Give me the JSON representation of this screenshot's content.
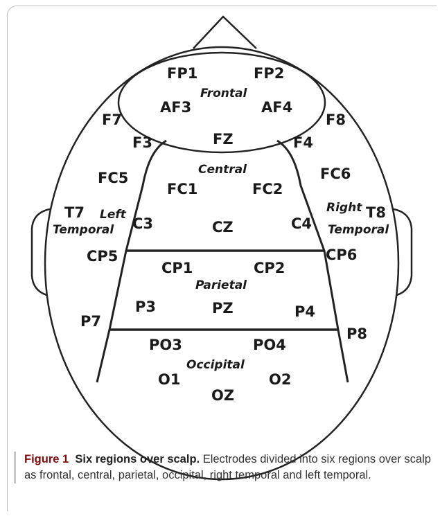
{
  "electrodes": {
    "fp1": "FP1",
    "fp2": "FP2",
    "af3": "AF3",
    "af4": "AF4",
    "f7": "F7",
    "f8": "F8",
    "f3": "F3",
    "fz": "FZ",
    "f4": "F4",
    "fc5": "FC5",
    "fc6": "FC6",
    "fc1": "FC1",
    "fc2": "FC2",
    "t7": "T7",
    "t8": "T8",
    "c3": "C3",
    "cz": "CZ",
    "c4": "C4",
    "cp5": "CP5",
    "cp6": "CP6",
    "cp1": "CP1",
    "cp2": "CP2",
    "p7": "P7",
    "p8": "P8",
    "p3": "P3",
    "pz": "PZ",
    "p4": "P4",
    "po3": "PO3",
    "po4": "PO4",
    "o1": "O1",
    "o2": "O2",
    "oz": "OZ"
  },
  "regions": {
    "frontal": "Frontal",
    "central": "Central",
    "parietal": "Parietal",
    "occipital": "Occipital",
    "left_1": "Left",
    "left_2": "Temporal",
    "right_1": "Right",
    "right_2": "Temporal"
  },
  "caption": {
    "number": "Figure 1",
    "title": "Six regions over scalp.",
    "text": "Electrodes divided into six regions over scalp as frontal, central, parietal, occipital, right temporal and left temporal."
  }
}
